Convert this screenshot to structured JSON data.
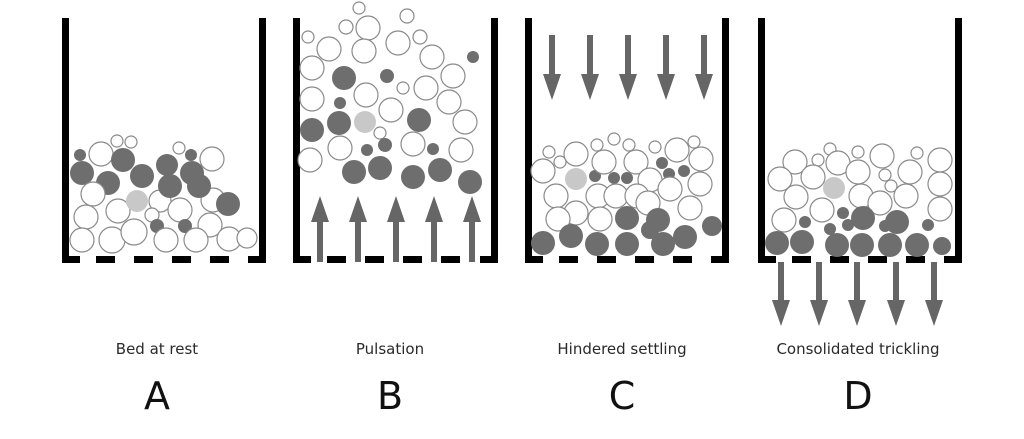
{
  "figure": {
    "colors": {
      "wall": "#000000",
      "coarse_particle": "#6e6e6e",
      "tracer_particle": "#c8c8c8",
      "light_particle_fill": "#ffffff",
      "light_particle_stroke": "#8a8a8a",
      "arrow": "#666666",
      "background": "#ffffff"
    },
    "stages": [
      {
        "id": "A",
        "letter": "A",
        "label": "Bed at rest",
        "flow": "none"
      },
      {
        "id": "B",
        "letter": "B",
        "label": "Pulsation",
        "flow": "up"
      },
      {
        "id": "C",
        "letter": "C",
        "label": "Hindered settling",
        "flow": "down"
      },
      {
        "id": "D",
        "letter": "D",
        "label": "Consolidated trickling",
        "flow": "down-through-screen"
      }
    ],
    "legend_semantics": {
      "dark_circle": "heavy particle",
      "white_circle": "light particle",
      "light_gray_circle": "tracer particle"
    }
  }
}
